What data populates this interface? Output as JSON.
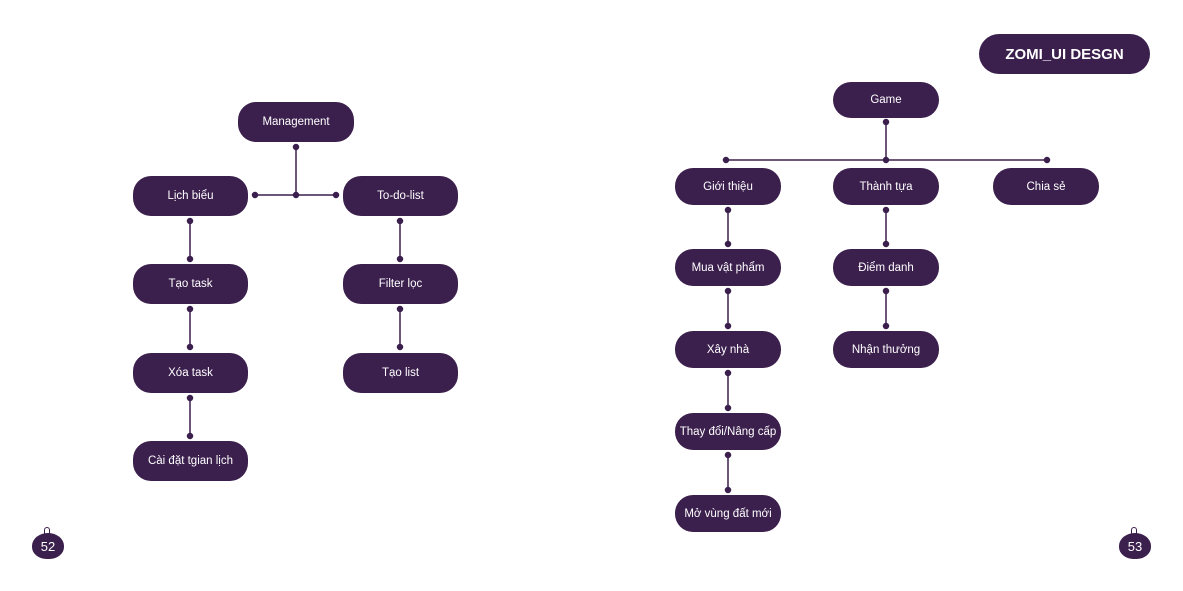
{
  "badge": "ZOMI_UI DESGN",
  "left": {
    "root": "Management",
    "left_branch": [
      "Lịch biểu",
      "Tạo task",
      "Xóa task",
      "Cài đặt tgian lịch"
    ],
    "right_branch": [
      "To-do-list",
      "Filter lọc",
      "Tạo list"
    ]
  },
  "right": {
    "root": "Game",
    "col1": [
      "Giới thiệu",
      "Mua vật phẩm",
      "Xây nhà",
      "Thay đổi/Nâng cấp",
      "Mở vùng đất mới"
    ],
    "col2": [
      "Thành tựa",
      "Điểm danh",
      "Nhận thưởng"
    ],
    "col3": [
      "Chia sẻ"
    ]
  },
  "pages": {
    "left": "52",
    "right": "53"
  },
  "colors": {
    "node": "#3b1f4d",
    "text": "#ffffff"
  }
}
